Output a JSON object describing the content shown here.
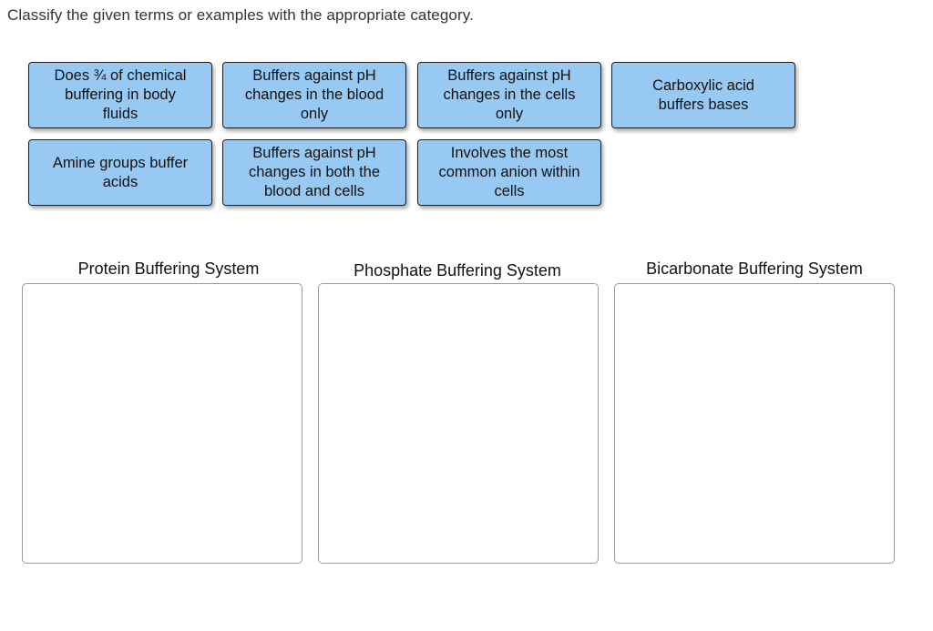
{
  "instructions": "Classify the given terms or examples with the appropriate category.",
  "tiles": [
    {
      "label": "Does ¾ of chemical\nbuffering in body\nfluids"
    },
    {
      "label": "Buffers against pH\nchanges in the blood\nonly"
    },
    {
      "label": "Buffers against pH\nchanges in the cells\nonly"
    },
    {
      "label": "Carboxylic acid\nbuffers bases"
    },
    {
      "label": "Amine groups buffer\nacids"
    },
    {
      "label": "Buffers against pH\nchanges in both the\nblood and cells"
    },
    {
      "label": "Involves the most\ncommon anion within\ncells"
    }
  ],
  "categories": [
    {
      "title": "Protein Buffering System"
    },
    {
      "title": "Phosphate Buffering System"
    },
    {
      "title": "Bicarbonate Buffering System"
    }
  ],
  "colors": {
    "tile_fill": "#98c9f2",
    "tile_border": "#1f1f1f",
    "zone_border": "#9a9a9a"
  }
}
